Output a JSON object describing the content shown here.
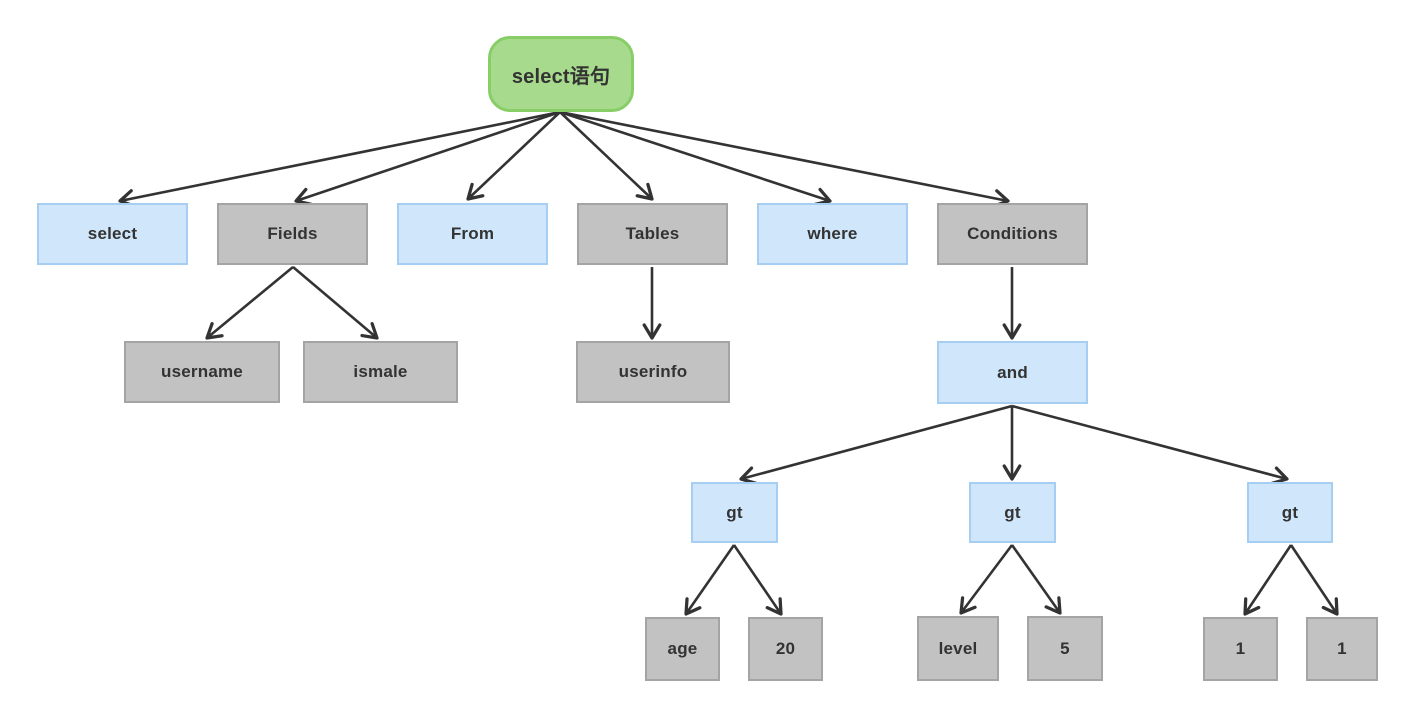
{
  "colors": {
    "green_fill": "#a7da8d",
    "green_border": "#86ce65",
    "blue_fill": "#d0e7fb",
    "blue_border": "#a6cdf2",
    "gray_fill": "#c2c2c2",
    "gray_border": "#a4a4a4",
    "text_color": "#333333",
    "arrow_color": "#333333"
  },
  "labels": {
    "root": "select语句",
    "select": "select",
    "fields": "Fields",
    "from": "From",
    "tables": "Tables",
    "where": "where",
    "conditions": "Conditions",
    "username": "username",
    "ismale": "ismale",
    "userinfo": "userinfo",
    "and": "and",
    "gt1": "gt",
    "gt2": "gt",
    "gt3": "gt",
    "age": "age",
    "num20": "20",
    "level": "level",
    "num5": "5",
    "one_left": "1",
    "one_right": "1"
  },
  "tree": {
    "root": {
      "label": "select语句",
      "style": "green",
      "children": [
        {
          "label": "select",
          "style": "blue",
          "children": []
        },
        {
          "label": "Fields",
          "style": "gray",
          "children": [
            {
              "label": "username",
              "style": "gray",
              "children": []
            },
            {
              "label": "ismale",
              "style": "gray",
              "children": []
            }
          ]
        },
        {
          "label": "From",
          "style": "blue",
          "children": []
        },
        {
          "label": "Tables",
          "style": "gray",
          "children": [
            {
              "label": "userinfo",
              "style": "gray",
              "children": []
            }
          ]
        },
        {
          "label": "where",
          "style": "blue",
          "children": []
        },
        {
          "label": "Conditions",
          "style": "gray",
          "children": [
            {
              "label": "and",
              "style": "blue",
              "children": [
                {
                  "label": "gt",
                  "style": "blue",
                  "children": [
                    {
                      "label": "age",
                      "style": "gray",
                      "children": []
                    },
                    {
                      "label": "20",
                      "style": "gray",
                      "children": []
                    }
                  ]
                },
                {
                  "label": "gt",
                  "style": "blue",
                  "children": [
                    {
                      "label": "level",
                      "style": "gray",
                      "children": []
                    },
                    {
                      "label": "5",
                      "style": "gray",
                      "children": []
                    }
                  ]
                },
                {
                  "label": "gt",
                  "style": "blue",
                  "children": [
                    {
                      "label": "1",
                      "style": "gray",
                      "children": []
                    },
                    {
                      "label": "1",
                      "style": "gray",
                      "children": []
                    }
                  ]
                }
              ]
            }
          ]
        }
      ]
    }
  }
}
